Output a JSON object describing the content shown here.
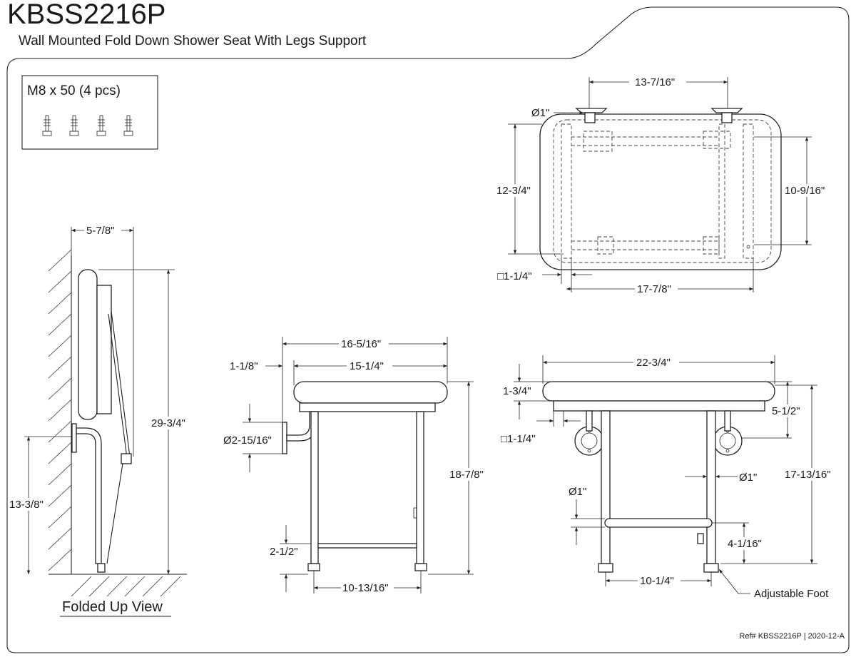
{
  "title": "KBSS2216P",
  "subtitle": "Wall Mounted Fold Down Shower Seat With Legs Support",
  "reference": "Ref# KBSS2216P | 2020-12-A",
  "hardware": {
    "label": "M8 x 50 (4 pcs)",
    "count": 4
  },
  "folded_view": {
    "caption": "Folded Up View",
    "depth": "5-7/8\"",
    "height": "29-3/4\"",
    "mount_height": "13-3/8\""
  },
  "top_view": {
    "bracket_spacing": "13-7/16\"",
    "tube_dia": "Ø1\"",
    "overall_depth": "12-3/4\"",
    "frame_depth": "10-9/16\"",
    "square_tube": "□1-1/4\"",
    "frame_width": "17-7/8\""
  },
  "side_view": {
    "overall_depth": "16-5/16\"",
    "seat_depth": "15-1/4\"",
    "wall_gap": "1-1/8\"",
    "flange_dia": "Ø2-15/16\"",
    "seat_height": "18-7/8\"",
    "crossbar_height": "2-1/2\"",
    "leg_spacing": "10-13/16\""
  },
  "front_view": {
    "seat_width": "22-3/4\"",
    "seat_thickness": "1-3/4\"",
    "bracket_drop": "5-1/2\"",
    "square_tube": "□1-1/4\"",
    "leg_dia": "Ø1\"",
    "crossbar_dia": "Ø1\"",
    "overall_height": "17-13/16\"",
    "crossbar_height": "4-1/16\"",
    "leg_spacing": "10-1/4\"",
    "foot_note": "Adjustable Foot"
  }
}
